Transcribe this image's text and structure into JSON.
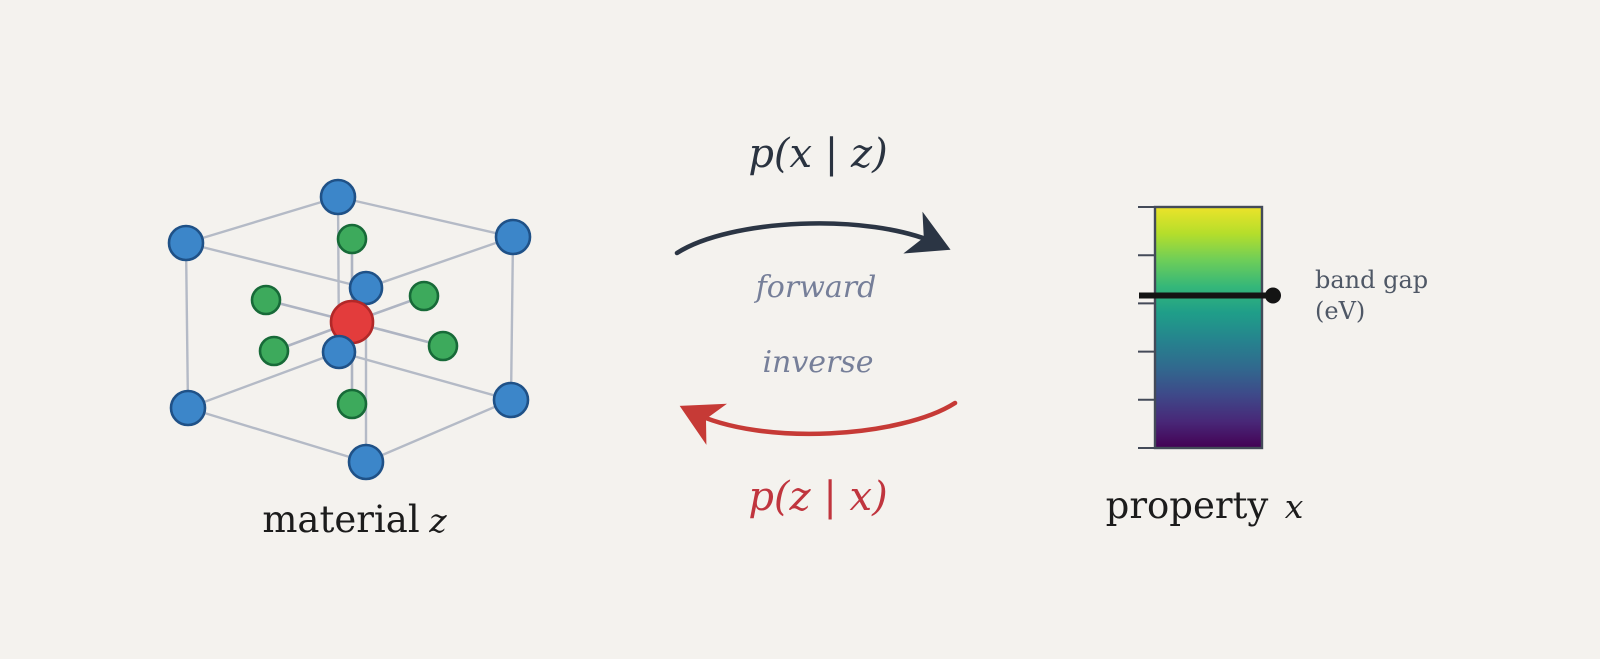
{
  "background_color": "#f4f2ee",
  "left_panel": {
    "label": "material",
    "symbol": "z",
    "atoms": {
      "corner_atom_count": 8,
      "face_atom_count": 6,
      "center_atom_count": 1,
      "corner_atom_color": "#3c86c9",
      "face_atom_color": "#3daa5c",
      "center_atom_color": "#e33c3c",
      "lattice_line_color": "#b4bac6"
    }
  },
  "center_panel": {
    "forward_formula": "p(x | z)",
    "forward_label": "forward",
    "inverse_label": "inverse",
    "inverse_formula": "p(z | x)",
    "forward_arrow_color": "#2b3544",
    "inverse_arrow_color": "#c63a36",
    "flow_label_color": "#767f99"
  },
  "right_panel": {
    "label": "property",
    "symbol": "x",
    "annotation_line1": "band gap",
    "annotation_line2": "(eV)",
    "annotation_color": "#4f5866",
    "colorbar": {
      "colormap": "viridis",
      "top_color": "#ece32a",
      "bottom_color": "#440154",
      "tick_count": 6,
      "marker_color": "#141414"
    }
  }
}
